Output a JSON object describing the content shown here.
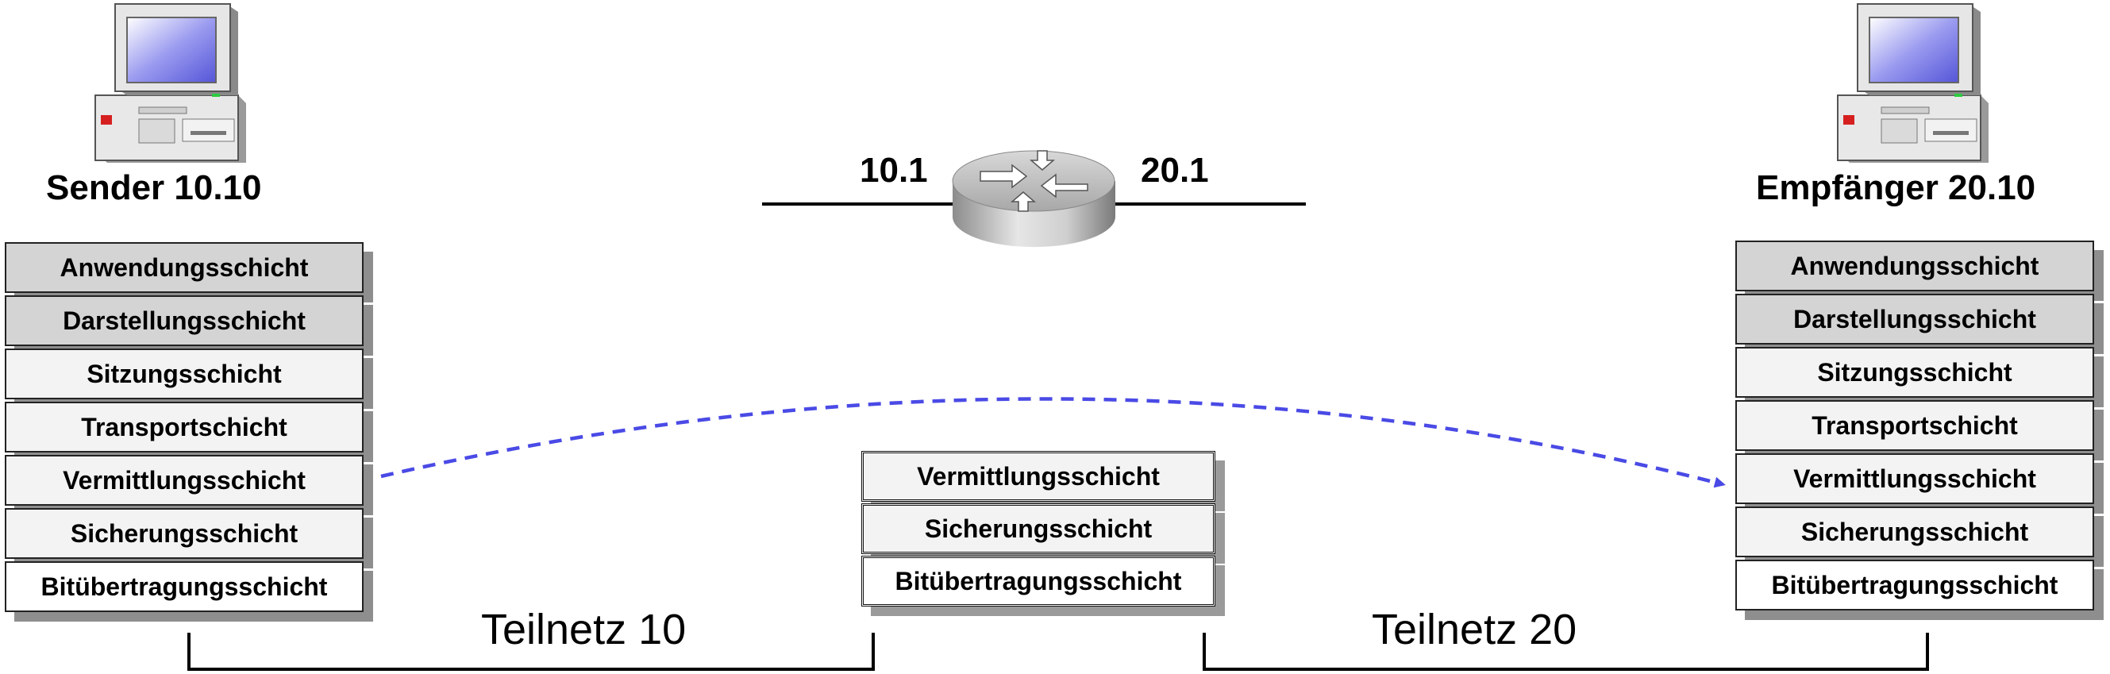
{
  "sender": {
    "title": "Sender 10.10",
    "layers": [
      "Anwendungsschicht",
      "Darstellungsschicht",
      "Sitzungsschicht",
      "Transportschicht",
      "Vermittlungsschicht",
      "Sicherungsschicht",
      "Bitübertragungsschicht"
    ]
  },
  "receiver": {
    "title": "Empfänger 20.10",
    "layers": [
      "Anwendungsschicht",
      "Darstellungsschicht",
      "Sitzungsschicht",
      "Transportschicht",
      "Vermittlungsschicht",
      "Sicherungsschicht",
      "Bitübertragungsschicht"
    ]
  },
  "router": {
    "left_ip": "10.1",
    "right_ip": "20.1",
    "layers": [
      "Vermittlungsschicht",
      "Sicherungsschicht",
      "Bitübertragungsschicht"
    ]
  },
  "networks": {
    "left": "Teilnetz 10",
    "right": "Teilnetz 20"
  },
  "colors": {
    "arrow": "#4a4ae6",
    "layer_dark": "#d4d4d4",
    "layer_light": "#f3f3f3",
    "shadow": "#8e8e8e"
  }
}
